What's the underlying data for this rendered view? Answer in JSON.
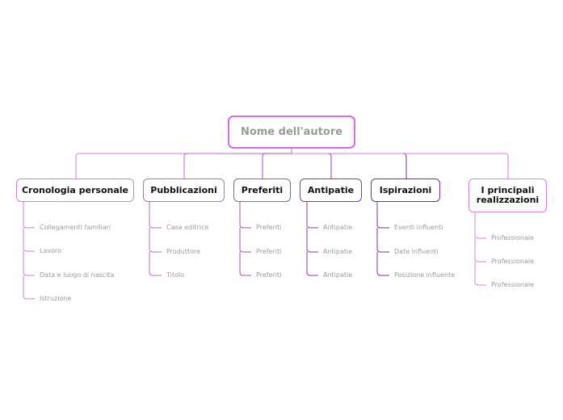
{
  "root": {
    "label": "Nome dell'autore"
  },
  "branches": [
    {
      "label": "Cronologia personale",
      "color": "#d77be0",
      "children": [
        "Collegamenti familiari",
        "Lavoro",
        "Data e luogo di nascita",
        "Istruzione"
      ]
    },
    {
      "label": "Pubblicazioni",
      "color": "#c466d8",
      "children": [
        "Casa editrice",
        "Produttore",
        "Titolo"
      ]
    },
    {
      "label": "Preferiti",
      "color": "#a94cbf",
      "children": [
        "Preferiti",
        "Preferiti",
        "Preferiti"
      ]
    },
    {
      "label": "Antipatie",
      "color": "#8e3aa6",
      "children": [
        "Antipatie",
        "Antipatie",
        "Antipatie"
      ]
    },
    {
      "label": "Ispirazioni",
      "color": "#7a2f90",
      "children": [
        "Eventi influenti",
        "Date influenti",
        "Posizione influente"
      ]
    },
    {
      "label": "I principali realizzazioni",
      "color": "#e07be8",
      "children": [
        "Professionale",
        "Professionale",
        "Professionale"
      ]
    }
  ]
}
